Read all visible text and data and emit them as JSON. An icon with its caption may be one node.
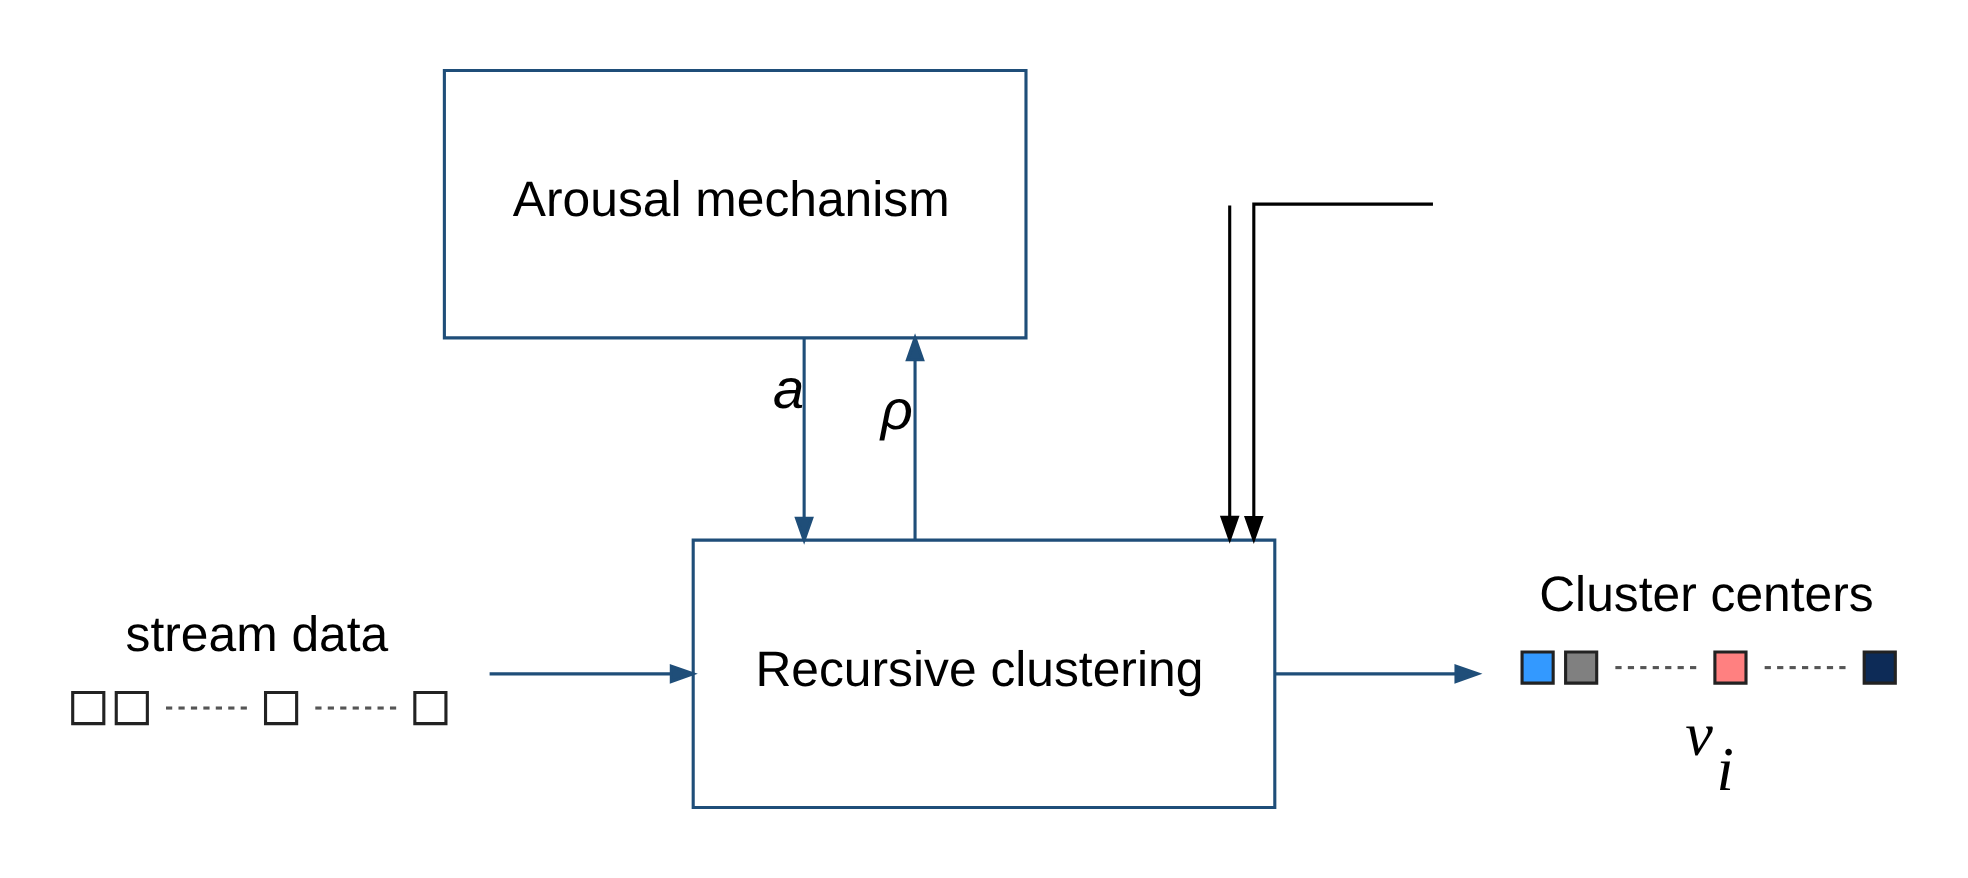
{
  "diagram": {
    "nodes": [
      {
        "text": [
          "Arousal mechanism"
        ]
      },
      {
        "text": [
          "Recursive clustering"
        ]
      },
      {
        "text": [
          "stream data"
        ]
      },
      {
        "text": [
          "Cluster centers"
        ],
        "beside": [
          "v$_{i}$"
        ]
      }
    ],
    "edges": [
      {
        "from": 1,
        "to": 0,
        "arrow": "to",
        "label": "ρ"
      },
      {
        "from": 0,
        "to": 1,
        "arrow": "to",
        "label": "a"
      },
      {
        "from": 2,
        "to": 1,
        "arrow": "to"
      },
      {
        "from": 1,
        "to": 3,
        "arrow": "to"
      },
      {
        "from": null,
        "to": 1,
        "arrow": "to",
        "color": "#000000"
      },
      {
        "from": null,
        "to": 1,
        "arrow": "to",
        "color": "#000000"
      }
    ]
  }
}
